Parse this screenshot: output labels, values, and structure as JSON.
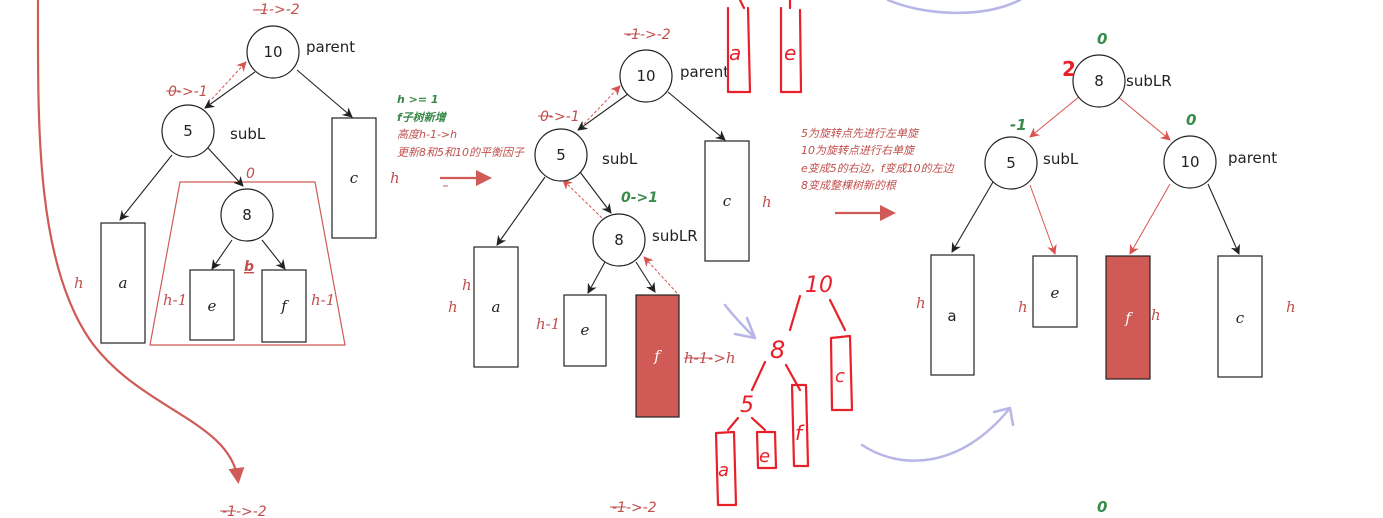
{
  "left": {
    "top_bf": "-1->-2",
    "parent_val": "10",
    "parent_lbl": "parent",
    "subl_bf": "0->-1",
    "subl_val": "5",
    "subl_lbl": "subL",
    "n8_bf": "0",
    "n8_val": "8",
    "b_mark": "b",
    "a": "a",
    "c": "c",
    "e": "e",
    "f": "f",
    "h_a": "h",
    "h_c": "h",
    "h_e": "h-1",
    "h_f": "h-1",
    "bottom_bf": "-1->-2"
  },
  "notes1": {
    "line1": "h >= 1",
    "line2": "f子树新增",
    "line3": "高度h-1->h",
    "line4": "更新8和5和10的平衡因子"
  },
  "middle": {
    "top_bf": "-1->-2",
    "parent_val": "10",
    "parent_lbl": "parent",
    "subl_bf": "0->-1",
    "subl_val": "5",
    "subl_lbl": "subL",
    "sublr_bf": "0->1",
    "sublr_val": "8",
    "sublr_lbl": "subLR",
    "a": "a",
    "c": "c",
    "e": "e",
    "f": "f",
    "h_a": "h",
    "h_a2": "h",
    "h_c": "h",
    "h_e": "h-1",
    "f_change": "h-1->h",
    "bottom_bf": "-1->-2"
  },
  "notes2": {
    "line1": "5为旋转点先进行左单旋",
    "line2": "10为旋转点进行右单旋",
    "line3": "e变成5的右边，f变成10的左边",
    "line4": "8变成整棵树新的根"
  },
  "right": {
    "root_bf": "0",
    "root_val": "8",
    "root_lbl": "subLR",
    "subl_bf": "-1",
    "subl_val": "5",
    "subl_lbl": "subL",
    "parent_bf": "0",
    "parent_val": "10",
    "parent_lbl": "parent",
    "a": "a",
    "e": "e",
    "f": "f",
    "c": "c",
    "h_a": "h",
    "h_e": "h",
    "h_f": "h",
    "h_c": "h",
    "bottom_bf": "0"
  },
  "handwriting": {
    "top_a": "a",
    "top_e": "e",
    "n10": "10",
    "n8": "8",
    "n5": "5",
    "a": "a",
    "e": "e",
    "f": "f",
    "c": "c",
    "root_mark": "2"
  }
}
